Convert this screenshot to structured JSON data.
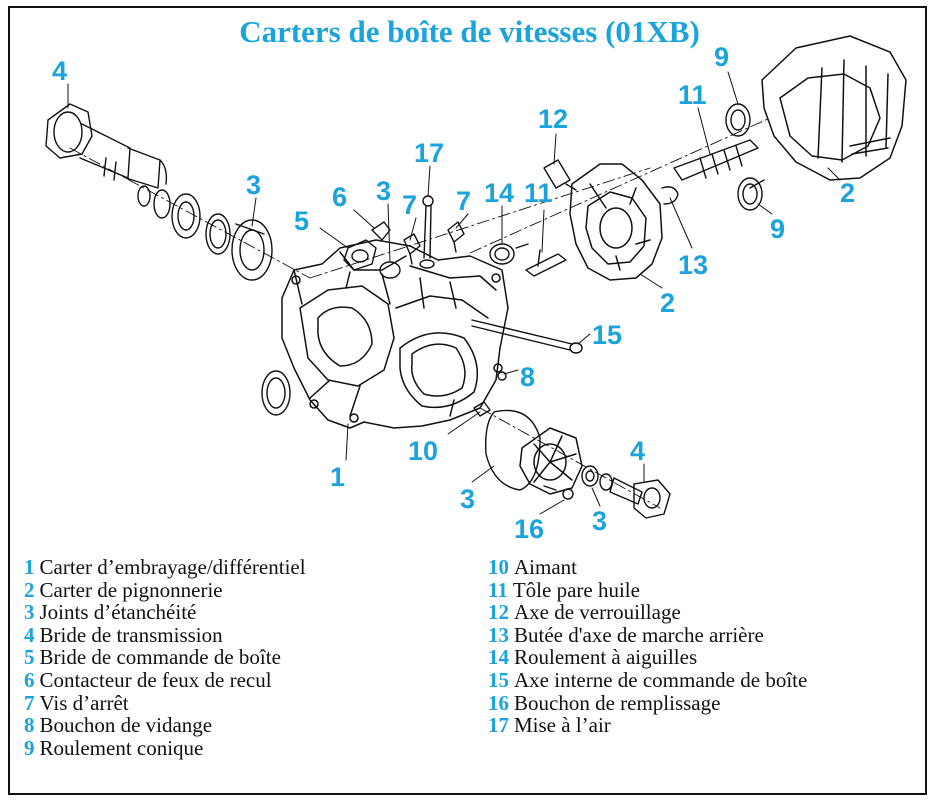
{
  "title": "Carters de boîte de vitesses (01XB)",
  "colors": {
    "accent": "#1aa3dc",
    "line": "#111111",
    "border": "#111111"
  },
  "callouts": [
    {
      "label": "4"
    },
    {
      "label": "3"
    },
    {
      "label": "6"
    },
    {
      "label": "5"
    },
    {
      "label": "3"
    },
    {
      "label": "7"
    },
    {
      "label": "17"
    },
    {
      "label": "7"
    },
    {
      "label": "14"
    },
    {
      "label": "11"
    },
    {
      "label": "12"
    },
    {
      "label": "11"
    },
    {
      "label": "9"
    },
    {
      "label": "2"
    },
    {
      "label": "9"
    },
    {
      "label": "13"
    },
    {
      "label": "2"
    },
    {
      "label": "15"
    },
    {
      "label": "8"
    },
    {
      "label": "10"
    },
    {
      "label": "1"
    },
    {
      "label": "3"
    },
    {
      "label": "4"
    },
    {
      "label": "16"
    },
    {
      "label": "3"
    }
  ],
  "legend_left": [
    {
      "num": "1",
      "text": "Carter d’embrayage/différentiel"
    },
    {
      "num": "2",
      "text": "Carter de pignonnerie"
    },
    {
      "num": "3",
      "text": "Joints d’étanchéité"
    },
    {
      "num": "4",
      "text": "Bride de transmission"
    },
    {
      "num": "5",
      "text": "Bride de commande de boîte"
    },
    {
      "num": "6",
      "text": "Contacteur de feux de recul"
    },
    {
      "num": "7",
      "text": "Vis d’arrêt"
    },
    {
      "num": "8",
      "text": "Bouchon de vidange"
    },
    {
      "num": "9",
      "text": "Roulement conique"
    }
  ],
  "legend_right": [
    {
      "num": "10",
      "text": "Aimant"
    },
    {
      "num": "11",
      "text": "Tôle pare huile"
    },
    {
      "num": "12",
      "text": "Axe de verrouillage"
    },
    {
      "num": "13",
      "text": "Butée d'axe de marche arrière"
    },
    {
      "num": "14",
      "text": "Roulement à aiguilles"
    },
    {
      "num": "15",
      "text": "Axe interne de commande de boîte"
    },
    {
      "num": "16",
      "text": "Bouchon de remplissage"
    },
    {
      "num": "17",
      "text": "Mise à l’air"
    }
  ]
}
